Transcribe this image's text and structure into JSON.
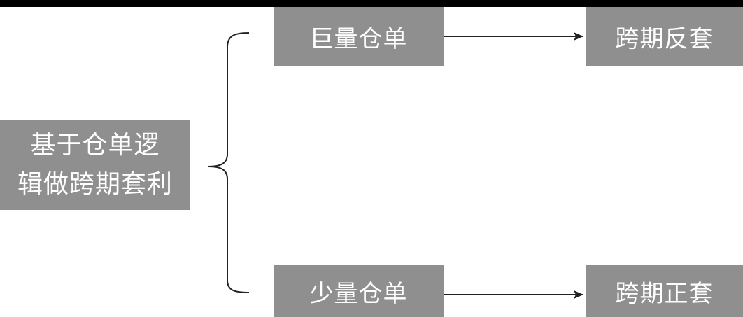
{
  "nodes": {
    "root": {
      "line1": "基于仓单逻",
      "line2": "辑做跨期套利"
    },
    "top_left": "巨量仓单",
    "top_right": "跨期反套",
    "bottom_left": "少量仓单",
    "bottom_right": "跨期正套"
  },
  "colors": {
    "box_fill": "#8f8f8f",
    "box_text": "#ffffff",
    "line": "#222222",
    "top_bar": "#000000"
  },
  "icons": {
    "connector": "curly-brace-icon",
    "arrow": "arrow-right-icon"
  }
}
